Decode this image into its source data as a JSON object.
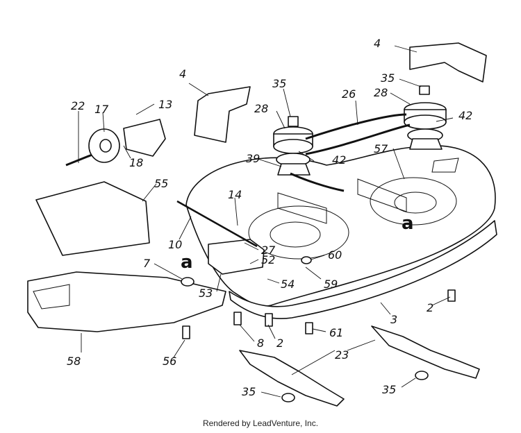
{
  "diagram": {
    "callouts": {
      "p4_left": "4",
      "p4_right": "4",
      "p35_top_left": "35",
      "p35_top_right": "35",
      "p35_bottom_left": "35",
      "p35_bottom_right": "35",
      "p28_left": "28",
      "p28_right": "28",
      "p26": "26",
      "p42_left": "42",
      "p42_right": "42",
      "p39": "39",
      "p57": "57",
      "p22": "22",
      "p17": "17",
      "p13": "13",
      "p18": "18",
      "p55": "55",
      "p14": "14",
      "p10": "10",
      "p27": "27",
      "p52": "52",
      "p60": "60",
      "p7": "7",
      "p53": "53",
      "p54": "54",
      "p59": "59",
      "p3": "3",
      "p2_right": "2",
      "p2_center": "2",
      "p8": "8",
      "p61": "61",
      "p58": "58",
      "p56": "56",
      "p23": "23"
    },
    "reference_marks": {
      "a_left": "a",
      "a_right": "a"
    }
  },
  "footer": {
    "credit": "Rendered by LeadVenture, Inc."
  }
}
